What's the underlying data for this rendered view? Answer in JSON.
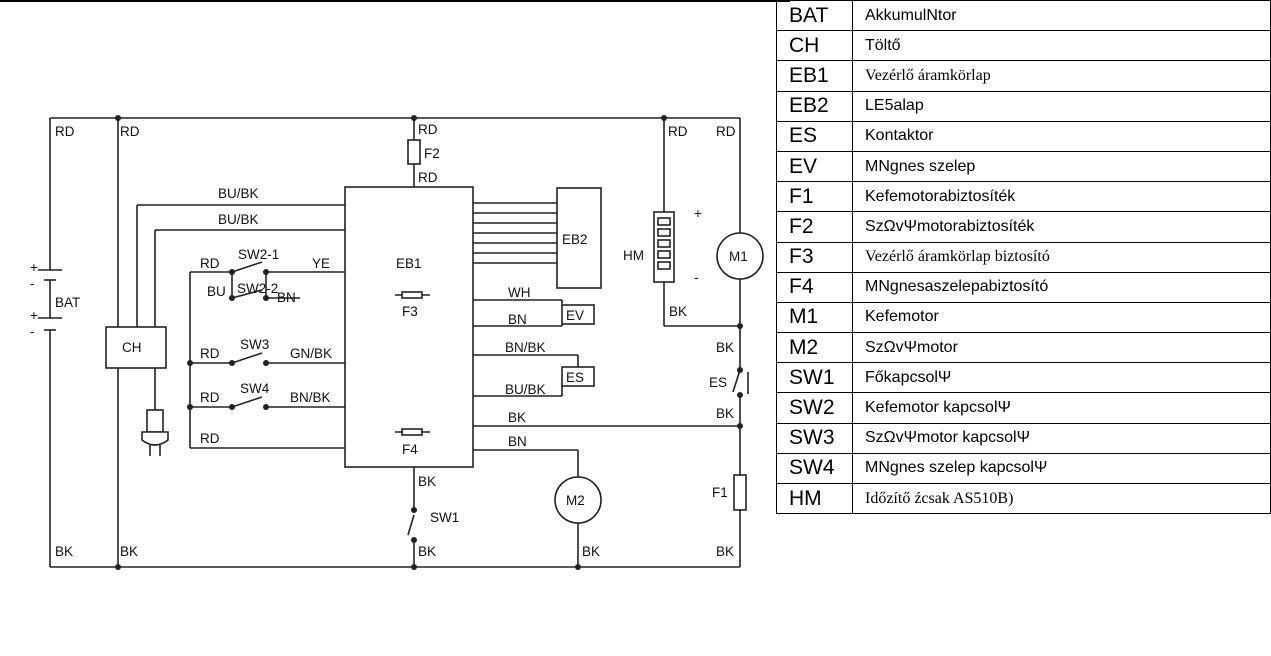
{
  "diagram": {
    "labels": {
      "rd_top_left": "RD",
      "rd_top_left2": "RD",
      "rd_f2_top": "RD",
      "f2": "F2",
      "rd_f2_bottom": "RD",
      "rd_top_right": "RD",
      "rd_top_right2": "RD",
      "bu_bk_1": "BU/BK",
      "bu_bk_2": "BU/BK",
      "sw2_1": "SW2-1",
      "rd_sw2": "RD",
      "ye": "YE",
      "bu": "BU",
      "sw2_2": "SW2-2",
      "bn_sw2": "BN",
      "eb1": "EB1",
      "f3": "F3",
      "eb2": "EB2",
      "hm": "HM",
      "plus": "+",
      "minus": "-",
      "m1": "M1",
      "wh": "WH",
      "ev": "EV",
      "bn_ev": "BN",
      "bk_hm": "BK",
      "bn_bk_es": "BN/BK",
      "es": "ES",
      "bu_bk_es": "BU/BK",
      "bk_right1": "BK",
      "es_switch": "ES",
      "bk_right2": "BK",
      "bat_plus1": "+",
      "bat_minus1": "-",
      "bat": "BAT",
      "bat_plus2": "+",
      "bat_minus2": "-",
      "ch": "CH",
      "rd_sw3": "RD",
      "sw3": "SW3",
      "gn_bk": "GN/BK",
      "rd_sw4": "RD",
      "sw4": "SW4",
      "bn_bk_sw4": "BN/BK",
      "rd_bottom": "RD",
      "f4": "F4",
      "bk_f4": "BK",
      "bn_m2": "BN",
      "bk_sw1": "BK",
      "m2": "M2",
      "f1": "F1",
      "sw1": "SW1",
      "bk_bl": "BK",
      "bk_bl2": "BK",
      "bk_sw1_bottom": "BK",
      "bk_m2_bottom": "BK",
      "bk_br": "BK"
    }
  },
  "legend": [
    {
      "code": "BAT",
      "desc": "AkkumulNtor"
    },
    {
      "code": "CH",
      "desc": "Töltő"
    },
    {
      "code": "EB1",
      "desc": "Vezérlő áramkörlap"
    },
    {
      "code": "EB2",
      "desc": "LE5alap"
    },
    {
      "code": "ES",
      "desc": "Kontaktor"
    },
    {
      "code": "EV",
      "desc": "MNgnes szelep"
    },
    {
      "code": "F1",
      "desc": "Kefemotorabiztosíték"
    },
    {
      "code": "F2",
      "desc": "SzΩvΨmotorabiztosíték"
    },
    {
      "code": "F3",
      "desc": "Vezérlő áramkörlap biztosító"
    },
    {
      "code": "F4",
      "desc": "MNgnesaszelepabiztosító"
    },
    {
      "code": "M1",
      "desc": "Kefemotor"
    },
    {
      "code": "M2",
      "desc": "SzΩvΨmotor"
    },
    {
      "code": "SW1",
      "desc": "FőkapcsolΨ"
    },
    {
      "code": "SW2",
      "desc": "Kefemotor kapcsolΨ"
    },
    {
      "code": "SW3",
      "desc": "SzΩvΨmotor kapcsolΨ"
    },
    {
      "code": "SW4",
      "desc": "MNgnes szelep kapcsolΨ"
    },
    {
      "code": "HM",
      "desc": "Időzítő źcsak AS510B)"
    }
  ]
}
